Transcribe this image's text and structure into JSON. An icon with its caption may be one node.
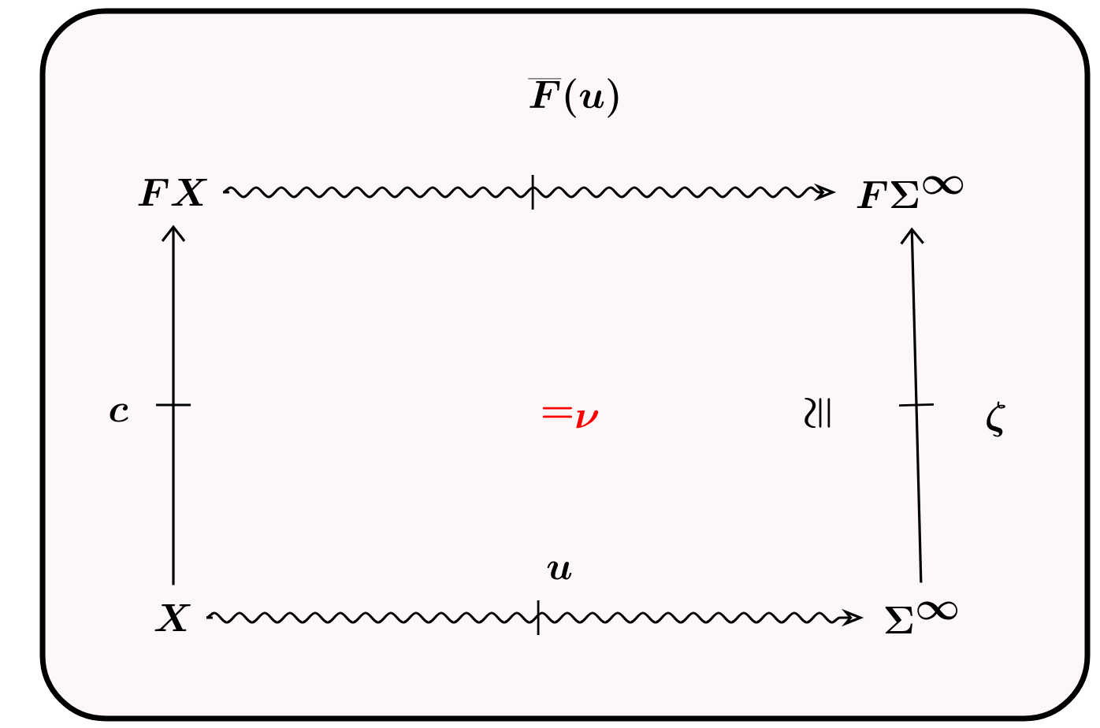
{
  "diagram": {
    "nodes": [
      {
        "text": [
          "F X"
        ]
      },
      {
        "text": [
          "F\\Sigma^{\\infty}"
        ]
      },
      {
        "text": [
          "X"
        ]
      },
      {
        "text": [
          "\\Sigma^{\\infty}"
        ]
      }
    ],
    "edges": [
      {
        "from": 0,
        "to": 1,
        "arrow": "to",
        "label": "\\overline{F}(u)"
      },
      {
        "from": 2,
        "to": 0,
        "arrow": "to",
        "label": "c"
      },
      {
        "from": 2,
        "to": 3,
        "arrow": "to",
        "label": "u"
      },
      {
        "from": 3,
        "to": 1,
        "arrow": "to",
        "label": "\\zeta"
      }
    ],
    "labels": [
      "=_{\\nu}",
      "\\cong"
    ]
  }
}
